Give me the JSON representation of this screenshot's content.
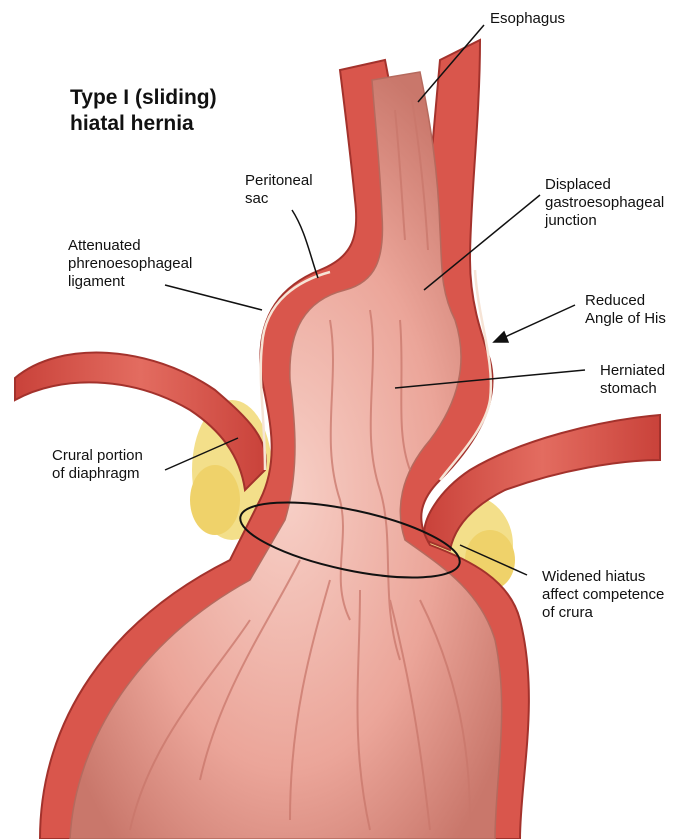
{
  "title": {
    "line1": "Type I (sliding)",
    "line2": "hiatal hernia"
  },
  "labels": {
    "esophagus": [
      "Esophagus"
    ],
    "peritoneal_sac": [
      "Peritoneal",
      "sac"
    ],
    "displaced_ge_junction": [
      "Displaced",
      "gastroesophageal",
      "junction"
    ],
    "phrenoesophageal": [
      "Attenuated",
      "phrenoesophageal",
      "ligament"
    ],
    "angle_of_his": [
      "Reduced",
      "Angle of His"
    ],
    "herniated_stomach": [
      "Herniated",
      "stomach"
    ],
    "crural_portion": [
      "Crural portion",
      "of diaphragm"
    ],
    "widened_hiatus": [
      "Widened hiatus",
      "affect competence",
      "of crura"
    ]
  },
  "colors": {
    "muscle": "#d8584f",
    "muscle_dark": "#b23a33",
    "mucosa": "#f0b8ad",
    "lumen": "#e9a79c",
    "fat": "#f3df8a",
    "serosa": "#f6e4d6",
    "leader": "#111111"
  }
}
